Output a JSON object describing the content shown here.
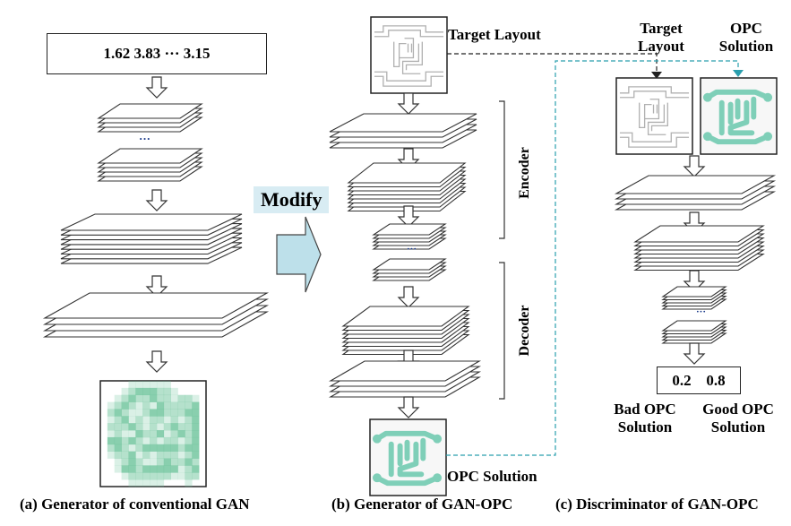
{
  "colors": {
    "opc_fill": "#7fcfb8",
    "opc_edge": "#8aa89e",
    "noise_green": "#6cc39a",
    "target_line": "#b0b0b0",
    "modify_arrow": "#bde0ea",
    "modify_bg": "#d8ecf3",
    "teal_dashed": "#2a9fae",
    "black_dashed": "#222222"
  },
  "panel_a": {
    "noise_vector": "1.62 3.83 ··· 3.15",
    "ellipsis": "···",
    "caption": "(a) Generator of conventional GAN"
  },
  "modify": {
    "label": "Modify"
  },
  "panel_b": {
    "target_label": "Target Layout",
    "encoder_label": "Encoder",
    "decoder_label": "Decoder",
    "ellipsis": "···",
    "output_label": "OPC Solution",
    "caption": "(b) Generator of GAN-OPC"
  },
  "panel_c": {
    "target_label_line1": "Target",
    "target_label_line2": "Layout",
    "opc_label_line1": "OPC",
    "opc_label_line2": "Solution",
    "ellipsis": "···",
    "scores": [
      "0.2",
      "0.8"
    ],
    "bad_label_line1": "Bad OPC",
    "bad_label_line2": "Solution",
    "good_label_line1": "Good OPC",
    "good_label_line2": "Solution",
    "caption": "(c) Discriminator of GAN-OPC"
  }
}
